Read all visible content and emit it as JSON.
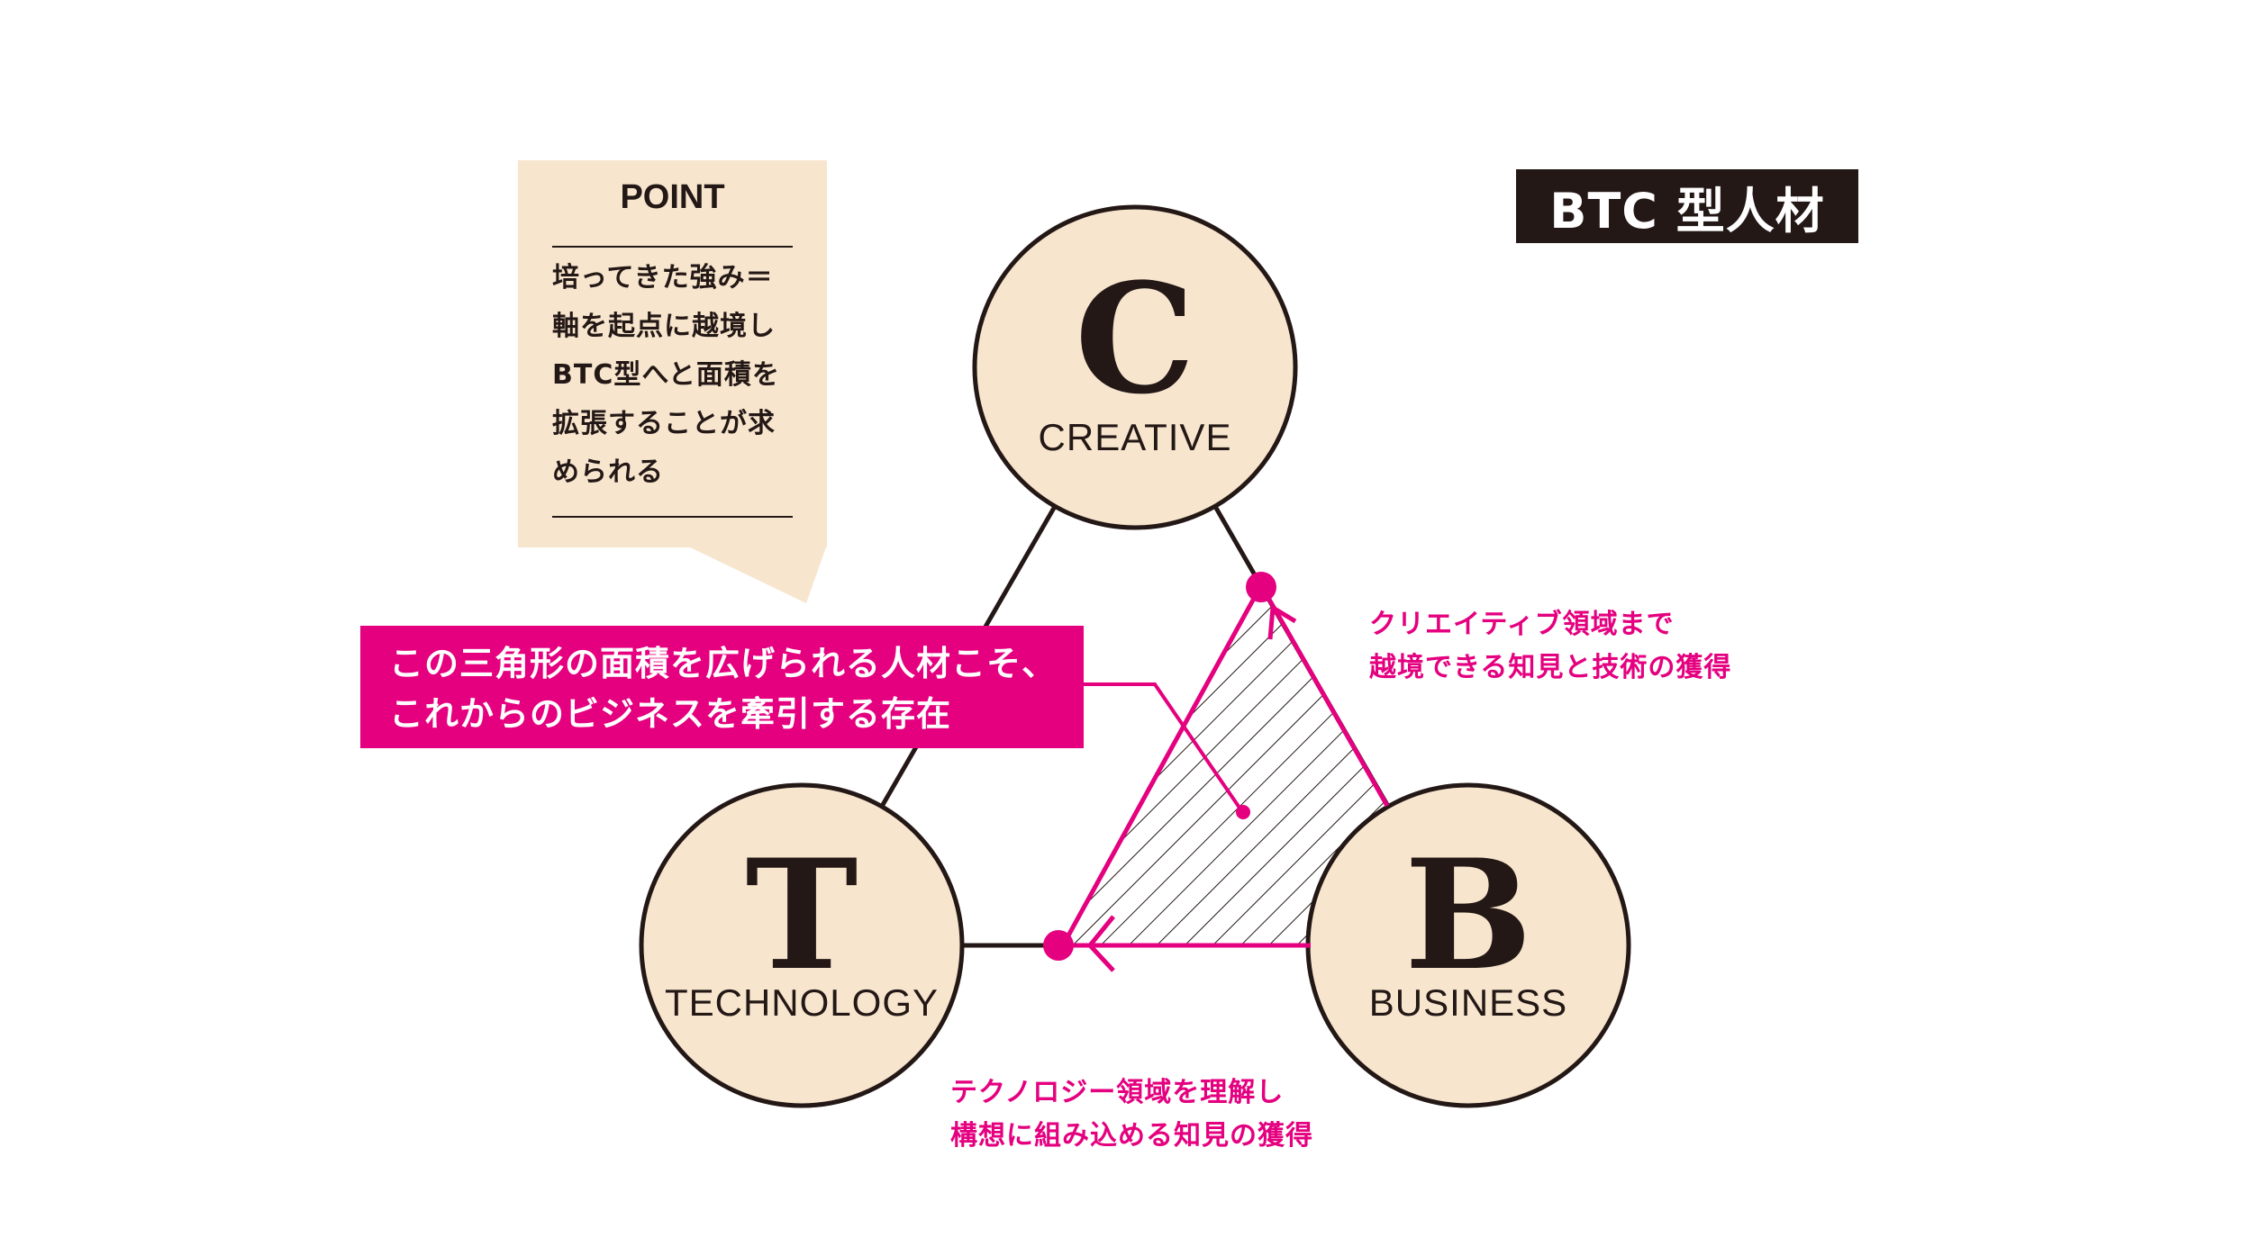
{
  "title": "BTC 型人材",
  "point": {
    "heading": "POINT",
    "body": "培ってきた強み＝\n軸を起点に越境し\nBTC型へと面積を\n拡張することが求\nめられる"
  },
  "callout": "この三角形の面積を広げられる人材こそ、\nこれからのビジネスを牽引する存在",
  "notes": {
    "creative_to_business": "クリエイティブ領域まで\n越境できる知見と技術の獲得",
    "business_to_technology": "テクノロジー領域を理解し\n構想に組み込める知見の獲得"
  },
  "nodes": {
    "creative": {
      "letter": "C",
      "label": "CREATIVE"
    },
    "technology": {
      "letter": "T",
      "label": "TECHNOLOGY"
    },
    "business": {
      "letter": "B",
      "label": "BUSINESS"
    }
  },
  "colors": {
    "dark": "#231815",
    "accent": "#e4007f",
    "circle_fill": "#f7e5ce"
  }
}
